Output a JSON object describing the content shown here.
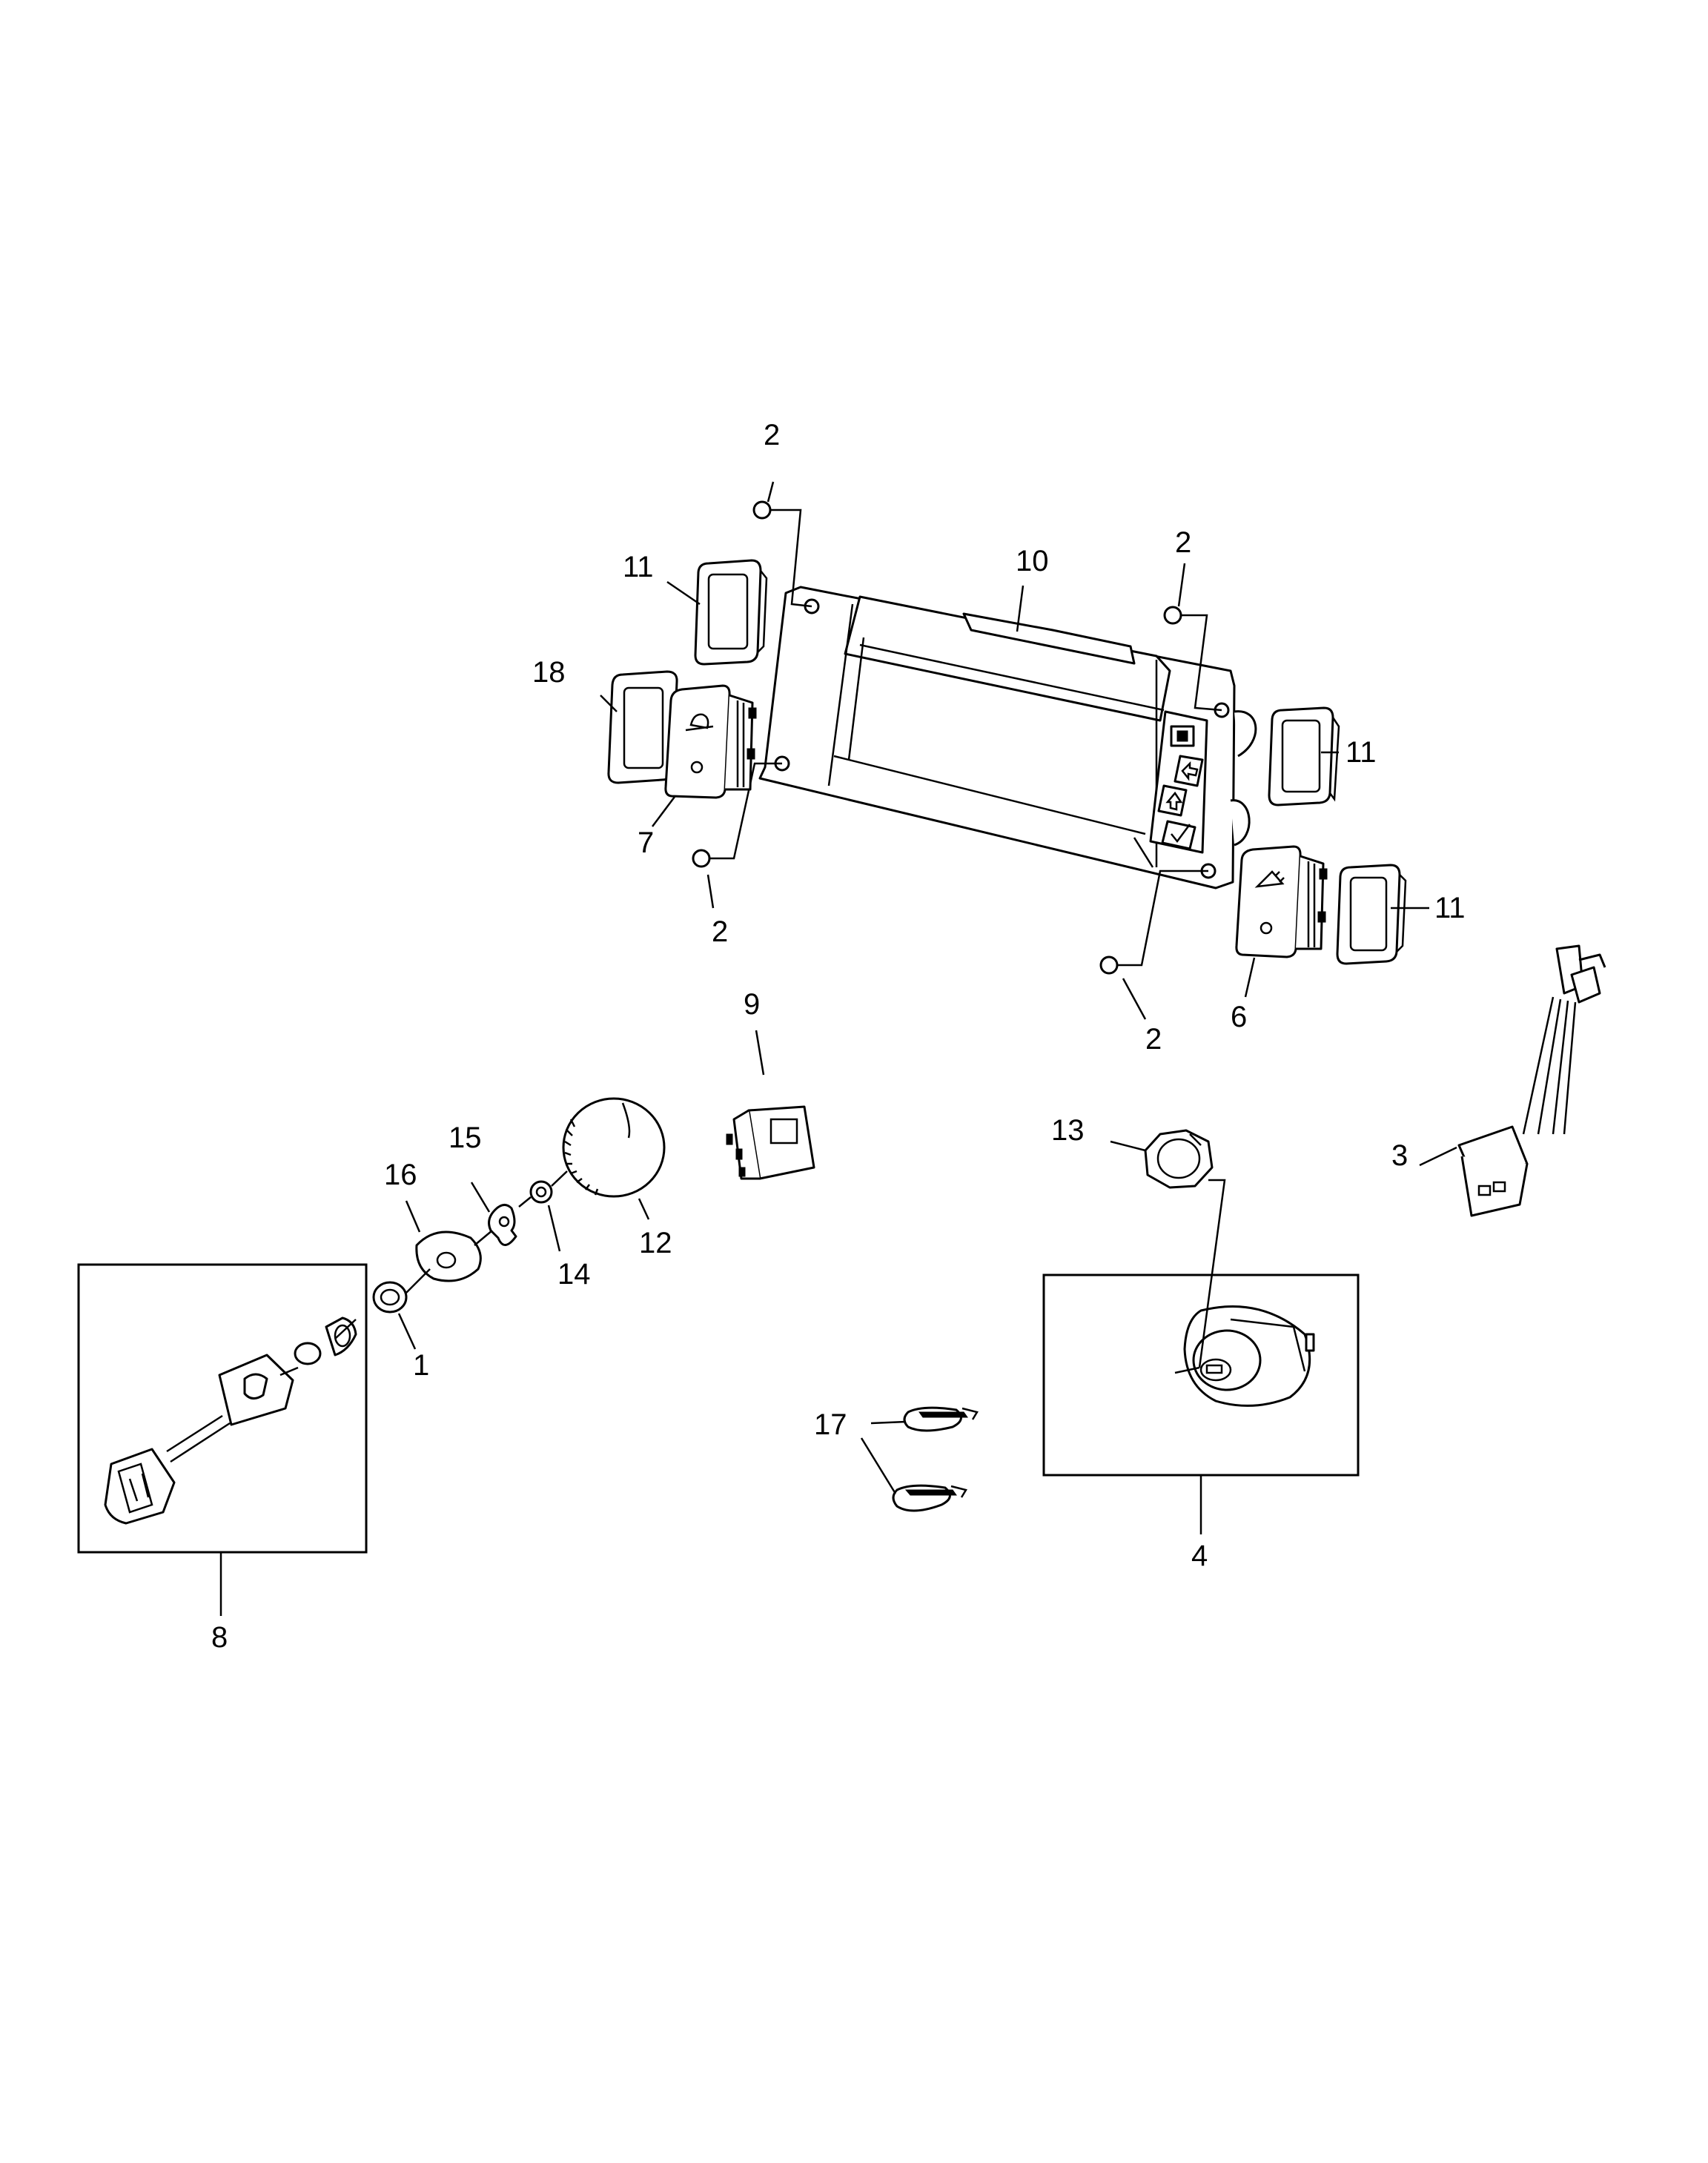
{
  "callouts": [
    {
      "id": "c2-top-left",
      "text": "2"
    },
    {
      "id": "c2-top-right",
      "text": "2"
    },
    {
      "id": "c2-bottom-left",
      "text": "2"
    },
    {
      "id": "c2-bottom-right",
      "text": "2"
    },
    {
      "id": "c10",
      "text": "10"
    },
    {
      "id": "c11-left",
      "text": "11"
    },
    {
      "id": "c11-right-top",
      "text": "11"
    },
    {
      "id": "c11-right-bottom",
      "text": "11"
    },
    {
      "id": "c18",
      "text": "18"
    },
    {
      "id": "c7",
      "text": "7"
    },
    {
      "id": "c6",
      "text": "6"
    },
    {
      "id": "c9",
      "text": "9"
    },
    {
      "id": "c3",
      "text": "3"
    },
    {
      "id": "c13",
      "text": "13"
    },
    {
      "id": "c16",
      "text": "16"
    },
    {
      "id": "c15",
      "text": "15"
    },
    {
      "id": "c12",
      "text": "12"
    },
    {
      "id": "c14",
      "text": "14"
    },
    {
      "id": "c1",
      "text": "1"
    },
    {
      "id": "c8",
      "text": "8"
    },
    {
      "id": "c17",
      "text": "17"
    },
    {
      "id": "c4",
      "text": "4"
    }
  ]
}
